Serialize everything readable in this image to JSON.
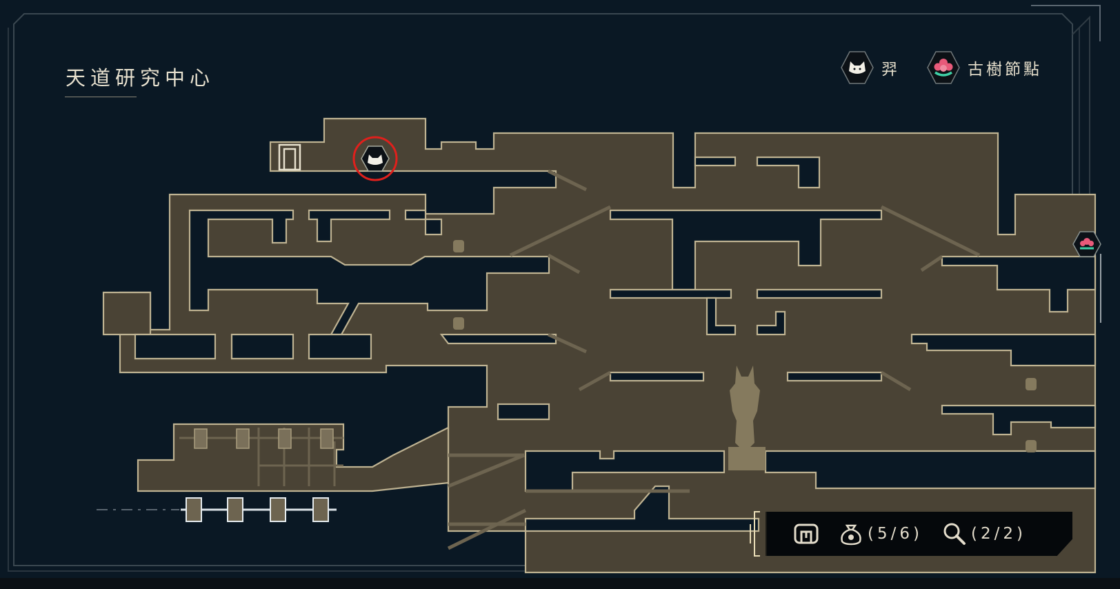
{
  "area_title": "天道研究中心",
  "legend": [
    {
      "label": "羿",
      "icon": "cat-mask-icon"
    },
    {
      "label": "古樹節點",
      "icon": "tree-node-flower-icon"
    }
  ],
  "player_marker": {
    "icon": "cat-mask-icon",
    "highlight_color": "#e0201c"
  },
  "stats": {
    "map_icon": "map-gate-icon",
    "treasure_icon": "treasure-bag-icon",
    "treasure_count": "(5/6)",
    "search_icon": "magnifier-icon",
    "search_count": "(2/2)"
  },
  "colors": {
    "background": "#0a1824",
    "room_fill": "#4a4335",
    "room_outline": "#bfb392",
    "accent_node": "#3fcfa6",
    "accent_flower": "#e85a7a"
  }
}
